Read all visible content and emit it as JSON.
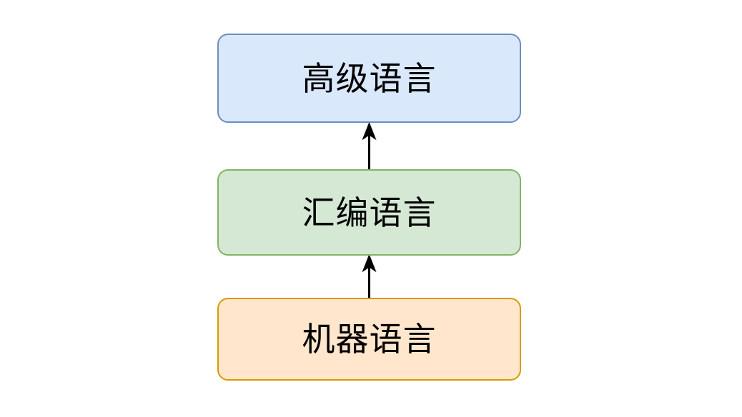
{
  "diagram": {
    "type": "flowchart",
    "orientation": "bottom-to-top",
    "background_color": "#ffffff",
    "title": "",
    "nodes": [
      {
        "id": "high",
        "label": "高级语言",
        "level": 3,
        "fill_color": "#dae8fc",
        "border_color": "#6c8ebf",
        "text_color": "#000000",
        "shape": "rounded-rectangle"
      },
      {
        "id": "assembly",
        "label": "汇编语言",
        "level": 2,
        "fill_color": "#d5e8d4",
        "border_color": "#82b366",
        "text_color": "#000000",
        "shape": "rounded-rectangle"
      },
      {
        "id": "machine",
        "label": "机器语言",
        "level": 1,
        "fill_color": "#ffe6cc",
        "border_color": "#d79b00",
        "text_color": "#000000",
        "shape": "rounded-rectangle"
      }
    ],
    "edges": [
      {
        "id": "edge-assembly-to-high",
        "from": "assembly",
        "to": "high",
        "label": "",
        "arrowhead": "block",
        "color": "#000000"
      },
      {
        "id": "edge-machine-to-assembly",
        "from": "machine",
        "to": "assembly",
        "label": "",
        "arrowhead": "block",
        "color": "#000000"
      }
    ]
  }
}
